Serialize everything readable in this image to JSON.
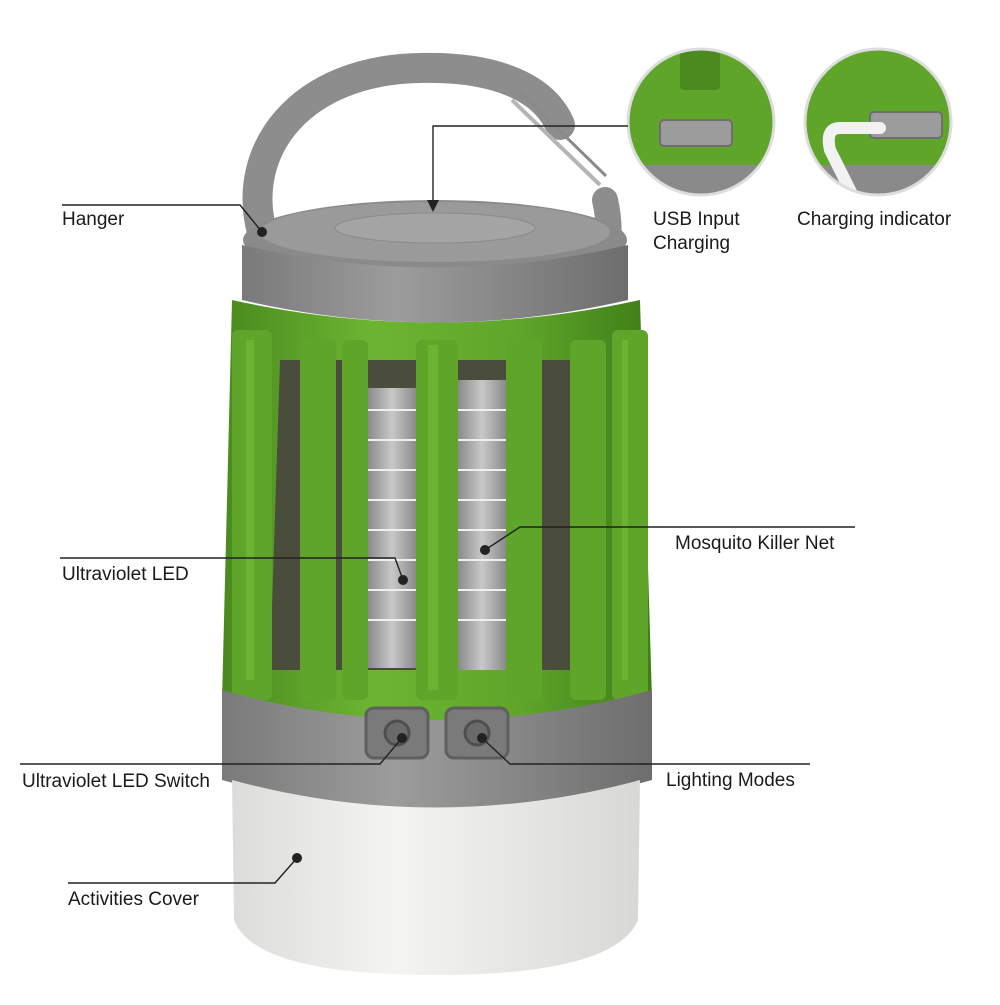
{
  "labels": {
    "hanger": "Hanger",
    "usb_input_line1": "USB Input",
    "usb_input_line2": "Charging",
    "charging_indicator": "Charging indicator",
    "ultraviolet_led": "Ultraviolet LED",
    "mosquito_killer_net": "Mosquito Killer Net",
    "ultraviolet_led_switch": "Ultraviolet LED Switch",
    "lighting_modes": "Lighting Modes",
    "activities_cover": "Activities Cover"
  },
  "colors": {
    "body_green": "#5ea52a",
    "body_green_dark": "#3f7d18",
    "cap_gray": "#8c8c8c",
    "cap_gray_dark": "#6e6e6e",
    "diffuser": "#f0f0ee",
    "grid_metal": "#a9a9a9"
  }
}
